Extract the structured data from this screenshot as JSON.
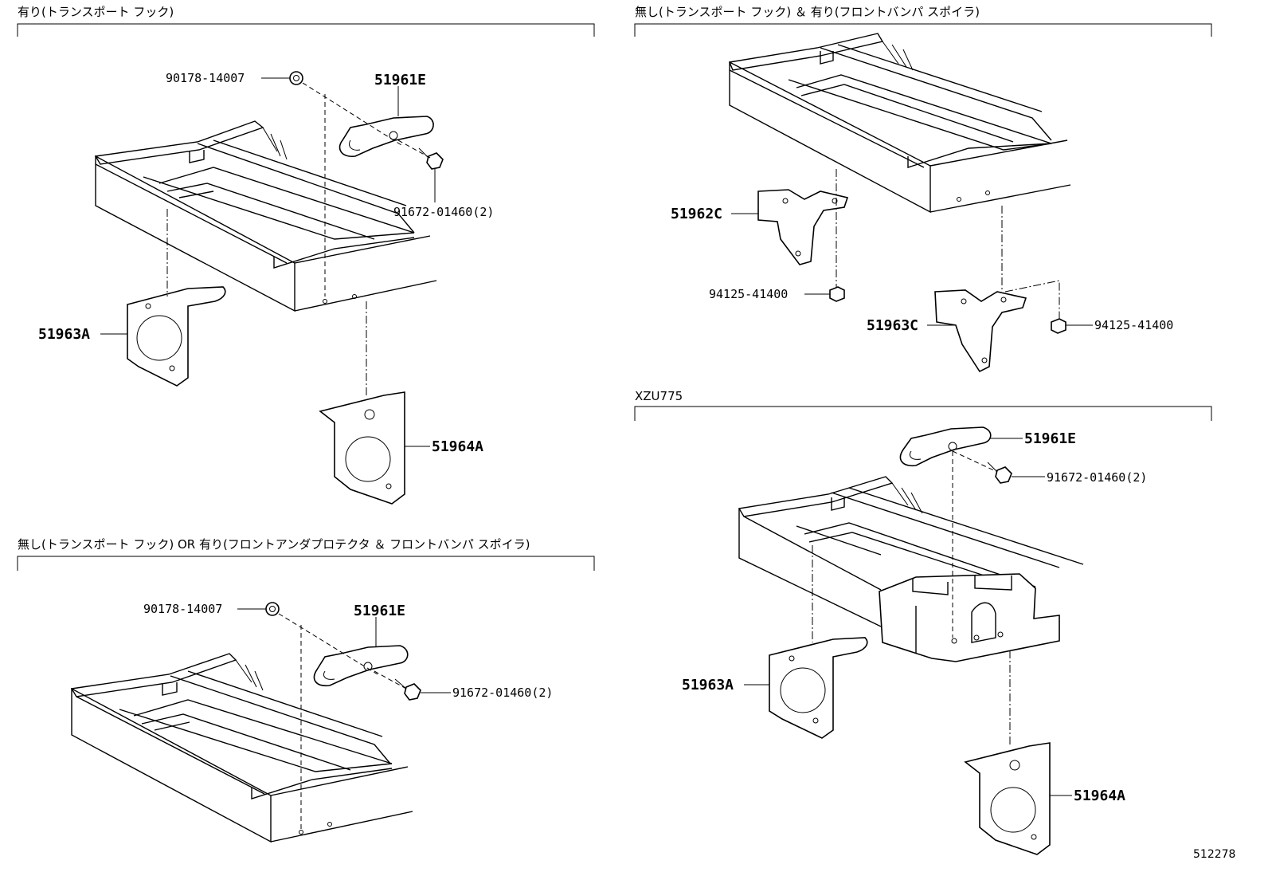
{
  "sections": [
    {
      "title": "有り(トランスポート フック)",
      "callouts": [
        "90178-14007",
        "51961E",
        "91672-01460(2)",
        "51963A",
        "51964A"
      ]
    },
    {
      "title": "無し(トランスポート フック) ＆ 有り(フロントバンパ スポイラ)",
      "callouts": [
        "51962C",
        "94125-41400",
        "51963C",
        "94125-41400"
      ]
    },
    {
      "title": "XZU775",
      "callouts": [
        "51961E",
        "91672-01460(2)",
        "51963A",
        "51964A"
      ]
    },
    {
      "title": "無し(トランスポート フック) OR 有り(フロントアンダプロテクタ ＆ フロントバンパ スポイラ)",
      "callouts": [
        "90178-14007",
        "51961E",
        "91672-01460(2)"
      ]
    }
  ],
  "diagram_id": "512278"
}
